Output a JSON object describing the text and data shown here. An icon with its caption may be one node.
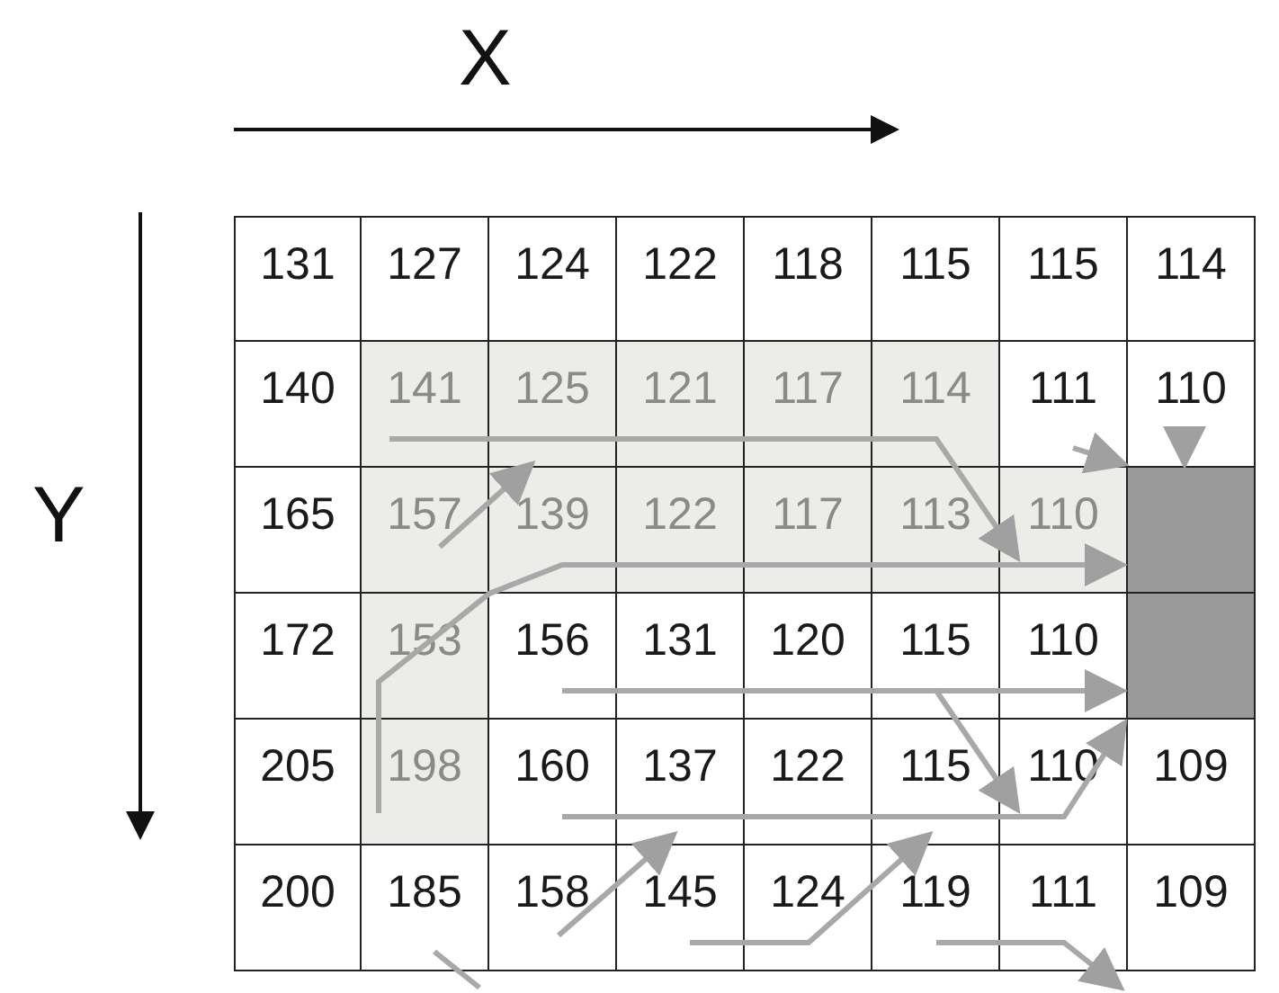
{
  "diagram": {
    "labels": [
      "X",
      "Y",
      "131",
      "127",
      "124",
      "122",
      "118",
      "115",
      "115",
      "114",
      "140",
      "141",
      "125",
      "121",
      "117",
      "114",
      "111",
      "110",
      "165",
      "157",
      "139",
      "122",
      "117",
      "113",
      "110",
      "172",
      "153",
      "156",
      "131",
      "120",
      "115",
      "110",
      "205",
      "198",
      "160",
      "137",
      "122",
      "115",
      "110",
      "109",
      "200",
      "185",
      "158",
      "145",
      "124",
      "119",
      "111",
      "109"
    ]
  }
}
